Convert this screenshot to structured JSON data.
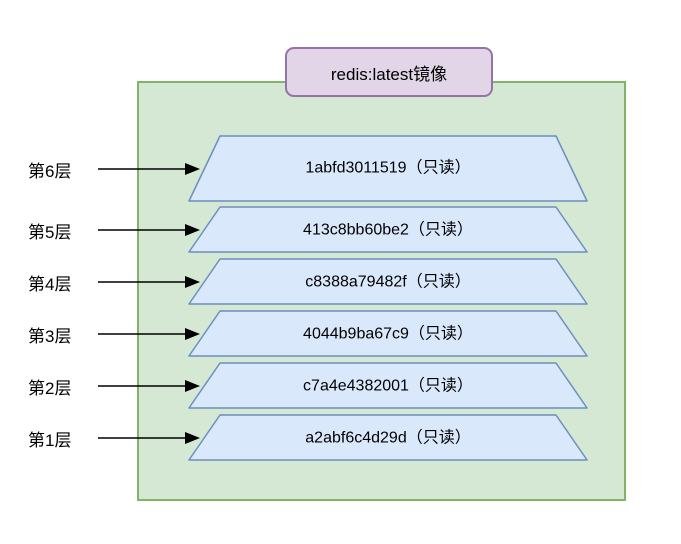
{
  "badge": {
    "label": "redis:latest镜像"
  },
  "layers": [
    {
      "side_label": "第6层",
      "label": "1abfd3011519（只读）"
    },
    {
      "side_label": "第5层",
      "label": "413c8bb60be2（只读）"
    },
    {
      "side_label": "第4层",
      "label": "c8388a79482f（只读）"
    },
    {
      "side_label": "第3层",
      "label": "4044b9ba67c9（只读）"
    },
    {
      "side_label": "第2层",
      "label": "c7a4e4382001（只读）"
    },
    {
      "side_label": "第1层",
      "label": "a2abf6c4d29d（只读）"
    }
  ],
  "colors": {
    "canvas_bg": "#ffffff",
    "container_fill": "#d5e8d4",
    "container_stroke": "#82b366",
    "badge_fill": "#e1d5e7",
    "badge_stroke": "#9673a6",
    "layer_fill": "#dae8fc",
    "layer_stroke": "#6c8ebf",
    "arrow_color": "#000000",
    "text_color": "#000000"
  }
}
